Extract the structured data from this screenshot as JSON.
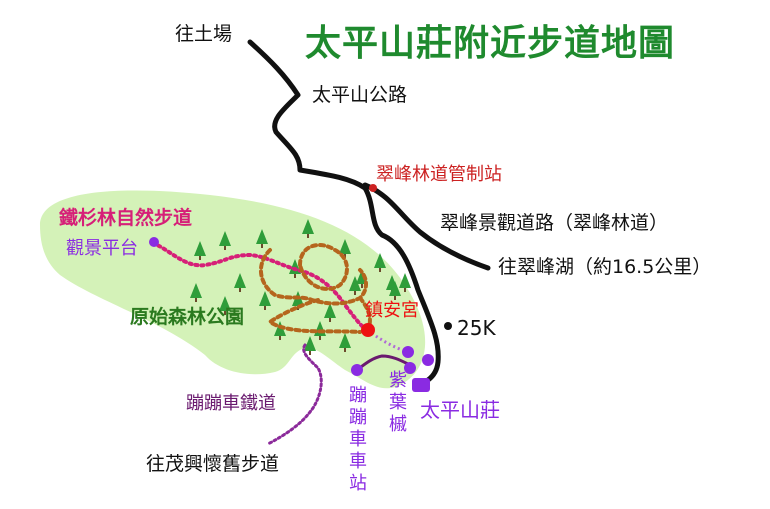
{
  "title": "太平山莊附近步道地圖",
  "labels": {
    "to_tuchang": "往土場",
    "taipingshan_road": "太平山公路",
    "cuifeng_station": "翠峰林道管制站",
    "cuifeng_scenic_road": "翠峰景觀道路（翠峰林道）",
    "to_cuifeng_lake": "往翠峰湖（約16.5公里）",
    "tieshan_trail": "鐵杉林自然步道",
    "viewing_platform": "觀景平台",
    "primeval_forest_park": "原始森林公園",
    "zhenan_temple": "鎮安宮",
    "km_marker": "25K",
    "ziye": "紫葉槭",
    "taipingshan_villa": "太平山莊",
    "bengbeng_railway": "蹦蹦車鐵道",
    "bengbeng_station": "蹦蹦車車站",
    "to_maoxing": "往茂興懷舊步道"
  },
  "colors": {
    "title_green": "#1f8a2e",
    "park_green": "#d4f2b8",
    "tree_green": "#2f9d3a",
    "road_black": "#111111",
    "trail_pink": "#d61f78",
    "purple": "#8a2be2",
    "temple_red": "#ee1111",
    "station_red": "#cc2222",
    "forest_brown": "#b5651d",
    "maoxing_purple": "#8b2a9a"
  },
  "icons": {
    "tree": "tree-icon",
    "station": "red-dot-marker",
    "villa": "purple-square-marker"
  }
}
